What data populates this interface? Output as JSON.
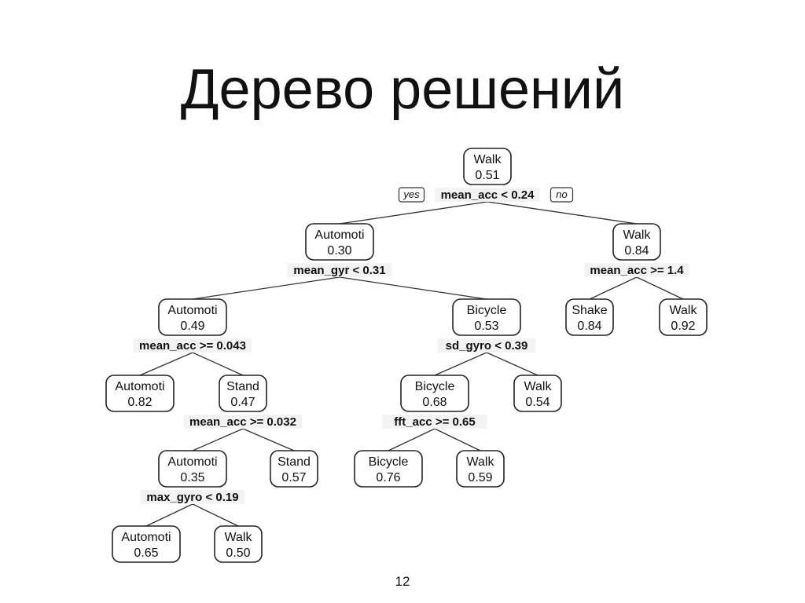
{
  "slide": {
    "title": "Дерево решений",
    "page_number": "12"
  },
  "tree": {
    "branch_labels": {
      "yes": "yes",
      "no": "no"
    },
    "nodes": [
      {
        "id": "n0",
        "label": "Walk",
        "value": "0.51",
        "split": "mean_acc < 0.24"
      },
      {
        "id": "n1",
        "label": "Automoti",
        "value": "0.30",
        "split": "mean_gyr < 0.31",
        "parent": "n0"
      },
      {
        "id": "n2",
        "label": "Walk",
        "value": "0.84",
        "split": "mean_acc >= 1.4",
        "parent": "n0"
      },
      {
        "id": "n3",
        "label": "Automoti",
        "value": "0.49",
        "split": "mean_acc >= 0.043",
        "parent": "n1"
      },
      {
        "id": "n4",
        "label": "Bicycle",
        "value": "0.53",
        "split": "sd_gyro < 0.39",
        "parent": "n1"
      },
      {
        "id": "n5",
        "label": "Shake",
        "value": "0.84",
        "parent": "n2"
      },
      {
        "id": "n6",
        "label": "Walk",
        "value": "0.92",
        "parent": "n2"
      },
      {
        "id": "n7",
        "label": "Automoti",
        "value": "0.82",
        "parent": "n3"
      },
      {
        "id": "n8",
        "label": "Stand",
        "value": "0.47",
        "split": "mean_acc >= 0.032",
        "parent": "n3"
      },
      {
        "id": "n9",
        "label": "Bicycle",
        "value": "0.68",
        "split": "fft_acc >= 0.65",
        "parent": "n4"
      },
      {
        "id": "n10",
        "label": "Walk",
        "value": "0.54",
        "parent": "n4"
      },
      {
        "id": "n11",
        "label": "Automoti",
        "value": "0.35",
        "split": "max_gyro < 0.19",
        "parent": "n8"
      },
      {
        "id": "n12",
        "label": "Stand",
        "value": "0.57",
        "parent": "n8"
      },
      {
        "id": "n13",
        "label": "Bicycle",
        "value": "0.76",
        "parent": "n9"
      },
      {
        "id": "n14",
        "label": "Walk",
        "value": "0.59",
        "parent": "n9"
      },
      {
        "id": "n15",
        "label": "Automoti",
        "value": "0.65",
        "parent": "n11"
      },
      {
        "id": "n16",
        "label": "Walk",
        "value": "0.50",
        "parent": "n11"
      }
    ]
  }
}
